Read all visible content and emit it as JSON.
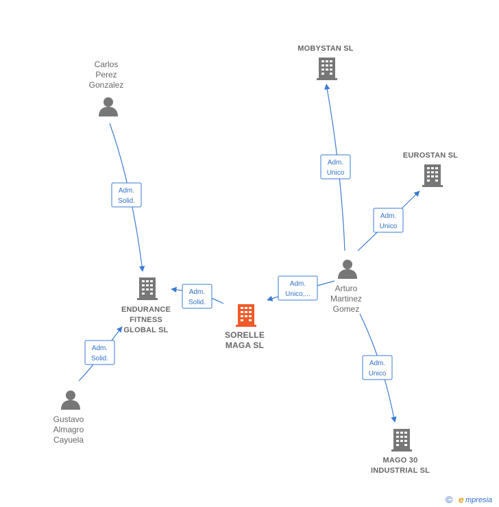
{
  "nodes": {
    "carlos": {
      "type": "person",
      "lines": [
        "Carlos",
        "Perez",
        "Gonzalez"
      ]
    },
    "gustavo": {
      "type": "person",
      "lines": [
        "Gustavo",
        "Almagro",
        "Cayuela"
      ]
    },
    "arturo": {
      "type": "person",
      "lines": [
        "Arturo",
        "Martinez",
        "Gomez"
      ]
    },
    "mobystan": {
      "type": "company",
      "lines": [
        "MOBYSTAN SL"
      ]
    },
    "eurostan": {
      "type": "company",
      "lines": [
        "EUROSTAN SL"
      ]
    },
    "endurance": {
      "type": "company",
      "lines": [
        "ENDURANCE",
        "FITNESS",
        "GLOBAL  SL"
      ]
    },
    "sorelle": {
      "type": "company",
      "focus": true,
      "lines": [
        "SORELLE",
        "MAGA  SL"
      ]
    },
    "mago": {
      "type": "company",
      "lines": [
        "MAGO 30",
        "INDUSTRIAL SL"
      ]
    }
  },
  "edges": [
    {
      "from": "carlos",
      "to": "endurance",
      "lines": [
        "Adm.",
        "Solid."
      ]
    },
    {
      "from": "gustavo",
      "to": "endurance",
      "lines": [
        "Adm.",
        "Solid."
      ]
    },
    {
      "from": "sorelle",
      "to": "endurance",
      "lines": [
        "Adm.",
        "Solid."
      ]
    },
    {
      "from": "arturo",
      "to": "sorelle",
      "lines": [
        "Adm.",
        "Unico,..."
      ]
    },
    {
      "from": "arturo",
      "to": "mobystan",
      "lines": [
        "Adm.",
        "Unico"
      ]
    },
    {
      "from": "arturo",
      "to": "eurostan",
      "lines": [
        "Adm.",
        "Unico"
      ]
    },
    {
      "from": "arturo",
      "to": "mago",
      "lines": [
        "Adm.",
        "Unico"
      ]
    }
  ],
  "colors": {
    "edge": "#3a7bd5",
    "icon": "#777777",
    "focus_icon": "#f05a28",
    "label": "#666666"
  },
  "footer": {
    "copyright_symbol": "©",
    "brand": "mpresia",
    "brand_initial": "e"
  }
}
